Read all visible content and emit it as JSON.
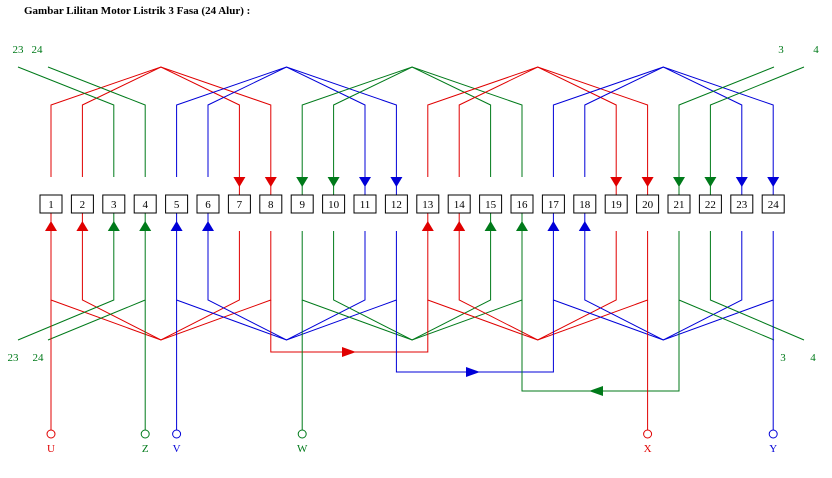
{
  "title": "Gambar Lilitan Motor Listrik 3 Fasa (24 Alur) :",
  "colors": {
    "red": "#e00000",
    "green": "#007a1a",
    "blue": "#0000d8"
  },
  "slots": [
    "1",
    "2",
    "3",
    "4",
    "5",
    "6",
    "7",
    "8",
    "9",
    "10",
    "11",
    "12",
    "13",
    "14",
    "15",
    "16",
    "17",
    "18",
    "19",
    "20",
    "21",
    "22",
    "23",
    "24"
  ],
  "edge_labels": {
    "top_left_23": "23",
    "top_left_24": "24",
    "top_right_3": "3",
    "top_right_4": "4",
    "bottom_left_23": "23",
    "bottom_left_24": "24",
    "bottom_right_3": "3",
    "bottom_right_4": "4"
  },
  "terminals": {
    "U": "U",
    "Z": "Z",
    "V": "V",
    "W": "W",
    "X": "X",
    "Y": "Y"
  }
}
